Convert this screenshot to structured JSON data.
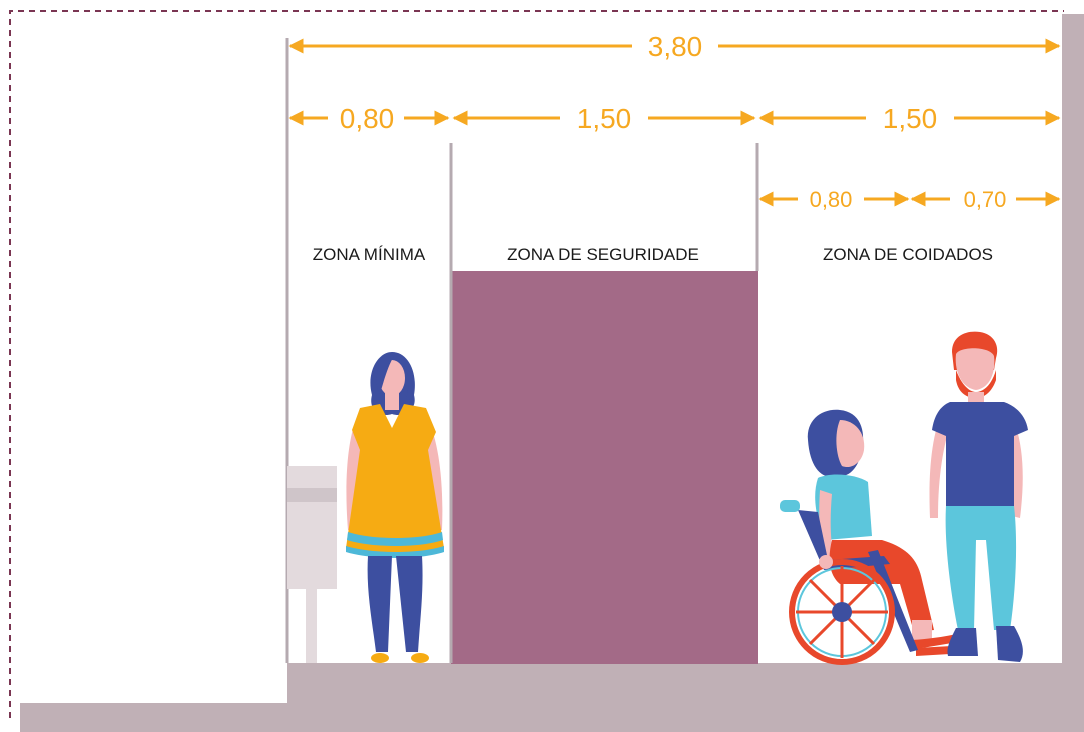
{
  "colors": {
    "border_dash": "#7a3552",
    "ground": "#c0b0b6",
    "dimension": "#f6a821",
    "security_zone": "#a36a87",
    "divider": "#b5aab0",
    "zone_label": "#1a1a1a"
  },
  "dimensions": {
    "total": "3,80",
    "minimum": "0,80",
    "security": "1,50",
    "care": "1,50",
    "care_wheelchair": "0,80",
    "care_companion": "0,70"
  },
  "zones": {
    "minimum": "ZONA MÍNIMA",
    "security": "ZONA DE SEGURIDADE",
    "care": "ZONA DE COIDADOS"
  },
  "figures": [
    "woman-standing",
    "street-bin",
    "person-in-wheelchair",
    "man-standing"
  ]
}
